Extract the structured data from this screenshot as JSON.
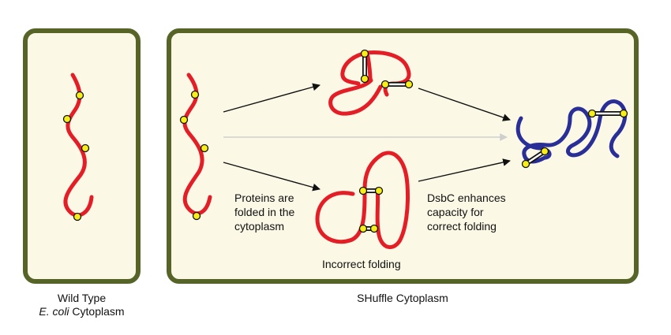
{
  "panels": {
    "wild_type_caption_line1": "Wild Type",
    "wild_type_caption_italic": "E. coli",
    "wild_type_caption_rest": " Cytoplasm",
    "shuffle_caption": "SHuffle Cytoplasm"
  },
  "labels": {
    "proteins_folded": [
      "Proteins are",
      "folded in the",
      "cytoplasm"
    ],
    "incorrect_folding": "Incorrect folding",
    "dsbc": [
      "DsbC enhances",
      "capacity for",
      "correct folding"
    ]
  },
  "colors": {
    "panel_border": "#566428",
    "panel_fill": "#fbf8e6",
    "unfolded_protein": "#e41e26",
    "folded_protein": "#2a2f97",
    "cysteine": "#f6ee16",
    "arrow": "#111111",
    "arrow_faint": "#cfcfcf"
  }
}
